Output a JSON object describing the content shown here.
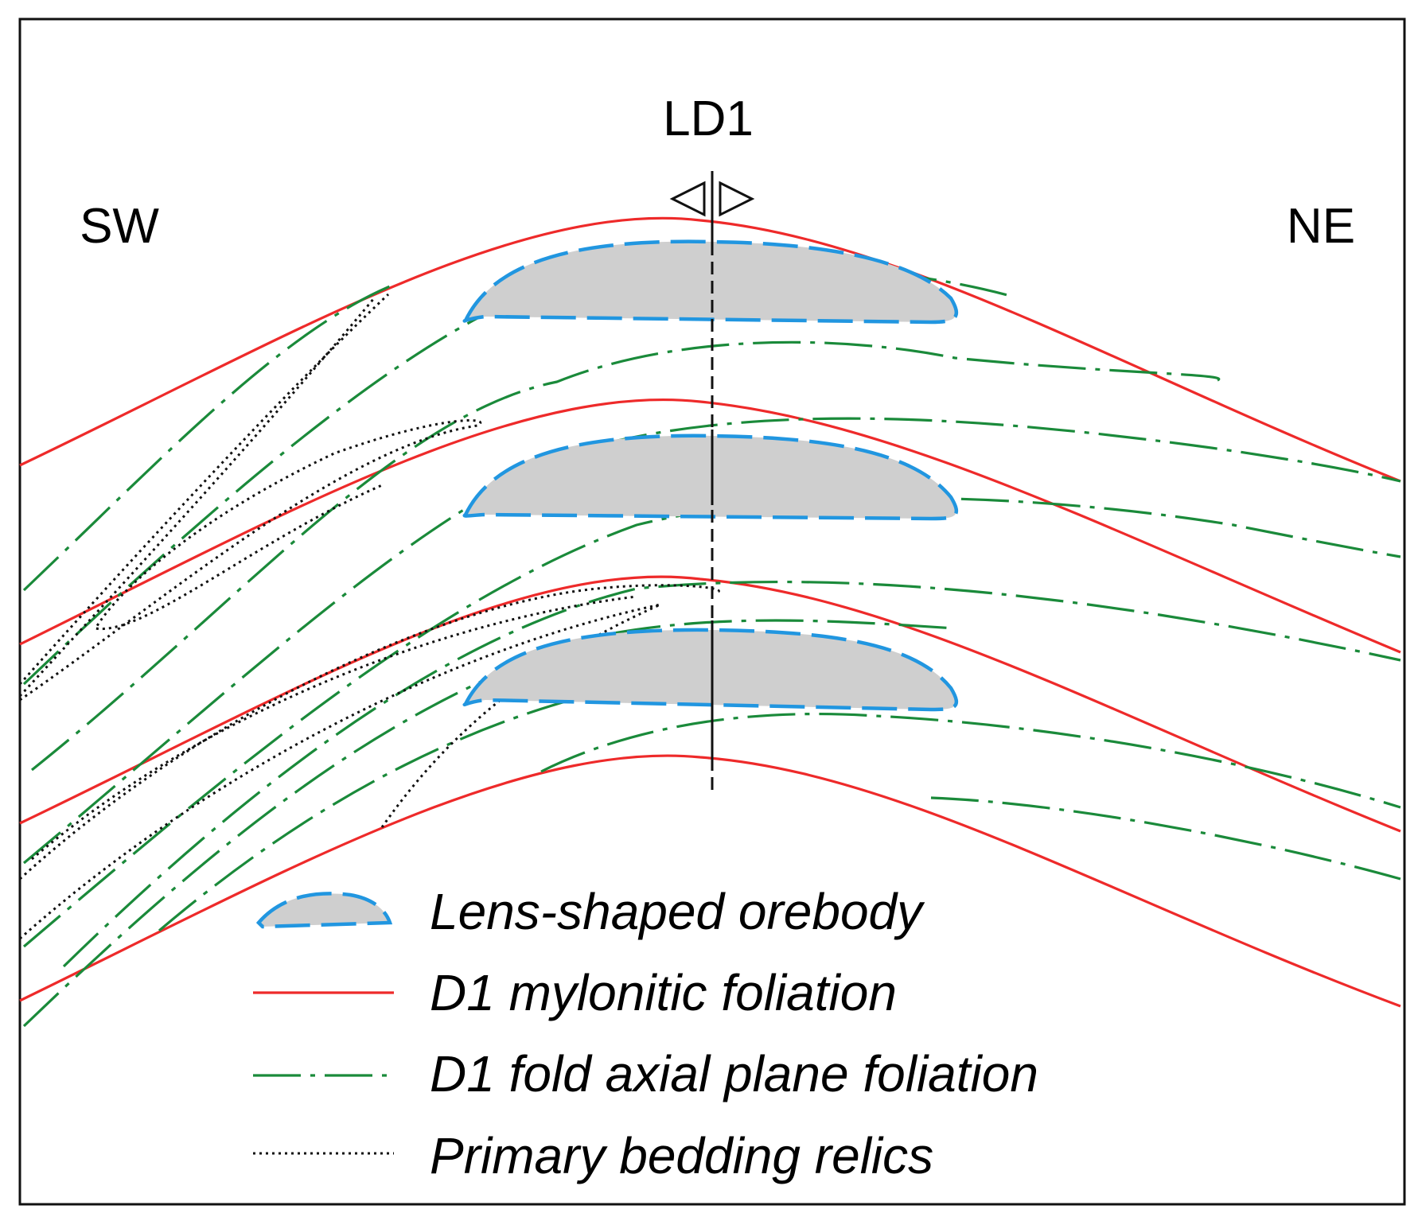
{
  "title": "LD1",
  "orientation": {
    "left": "SW",
    "right": "NE"
  },
  "legend": [
    {
      "symbol": "orebody",
      "label": "Lens-shaped orebody"
    },
    {
      "symbol": "red-line",
      "label": "D1 mylonitic foliation"
    },
    {
      "symbol": "green-dashdot",
      "label": "D1 fold axial plane foliation"
    },
    {
      "symbol": "black-dotted",
      "label": "Primary bedding relics"
    }
  ],
  "colors": {
    "mylonitic": "#ee2a2a",
    "axial_plane": "#1a8a3a",
    "orebody_fill": "#cfcfcf",
    "orebody_outline": "#2196e0",
    "bedding": "#111111"
  }
}
